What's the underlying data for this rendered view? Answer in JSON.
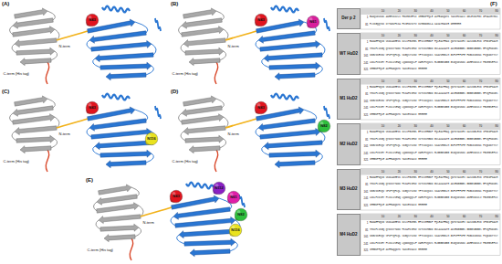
{
  "diagram": {
    "nodes": [
      {
        "text": [
          "Der p 2"
        ]
      },
      {
        "text": [
          "WT HuD2"
        ]
      },
      {
        "text": [
          "M1 HuD2"
        ]
      },
      {
        "text": [
          "M2 HuD2"
        ]
      },
      {
        "text": [
          "M3 HuD2"
        ]
      },
      {
        "text": [
          "M4 HuD2"
        ]
      }
    ],
    "labels": [
      "(A)",
      "N43",
      "N-term",
      "C-term (His tag)",
      "(B)",
      "N43",
      "N61",
      "N-term",
      "C-term (His tag)",
      "(C)",
      "N43",
      "N116",
      "N-term",
      "C-term (His tag)",
      "(D)",
      "N43",
      "N82",
      "N-term",
      "C-term (His tag)",
      "(E)",
      "N43",
      "N112",
      "N61",
      "N82",
      "N116",
      "N-term",
      "C-term (His tag)",
      "(F)",
      "10",
      "20",
      "30",
      "40",
      "50",
      "60",
      "70",
      "80",
      "1",
      "EADQVDVKDC ANHEIKKVLV PGCHGSEPCI IHRGKPFQLE AVFEANQNTK TAKIEIKASI DGLEVDVPGI DPNACHYMKC",
      "81",
      "PLVKGQQYDI KYTWNVPKIA PKSENVVVTV KVMGDDGVLA CAIATHAKIR DHHHHHH",
      "10",
      "20",
      "30",
      "40",
      "50",
      "60",
      "70",
      "80",
      "1",
      "EADAEFDQVD VKDCANHEIK KVLVPGCHGS EPCIIHRGKP FQLEAVFEAN QNTKTAKIEI KASIDGLEVD VPGIDPNACH",
      "81",
      "YMKCPLVKGQ QYDIKYTWNV PKIAPKSENV VVTVKVMGDD GVLACAIATH AKIRDGGGGS GGGGSGGGGS EPVQFKDCGS",
      "161",
      "VDGVIKEVNV SPCPTQPCQL SKGQSYSVNV TFTSNIQSKS SKAVVHGILM GVPVPFPIPE PDGCKSGINC PIQKDKTYSY",
      "241",
      "LNKLPVKSEY PSIKLVVEWQ LQDDKNQSLF CWEIPVQIVS HLGGGGSGGG GSDQVDVKDC ANHEIKKVLV PGCHGSEPCI",
      "321",
      "IHRGKPFQLE AVFEANQNTK TAKIEIKASI HHHHHH",
      "10",
      "20",
      "30",
      "40",
      "50",
      "60",
      "70",
      "80",
      "1",
      "EADAEFDQVD VKDCANHEIK KVLVPGCHGS EPCIIHRGKP FQLEAVFEAQ QNTKTAKIEI KASIDGLEVD VPGIDPNACH",
      "81",
      "YMKCPLVKGQ QYDIKYTWNV PKIAPKSENV VVTVKVMGDD GVLACAIATH AKIRDGGGGS GGGGSGGGGS EPVQFKDCGS",
      "161",
      "VDGVIKEVNV SPCPTQPCQL SKGQSYSVNV TFTSNIQSKS SKAVVHGILM GVPVPFPIPE PDGCKSGINC PIQKDKTYSY",
      "241",
      "LNKLPVKSEY PSIKLVVEWQ LQDDKNQSLF CWEIPVQIVS HLGGGGSGGG GSDQVDVKDC ANHEIKKVLV PGCHGSEPCI",
      "321",
      "IHRGKPFQLE AVFEANQNTK TAKIEIKASI HHHHHH",
      "10",
      "20",
      "30",
      "40",
      "50",
      "60",
      "70",
      "80",
      "1",
      "EADAEFDQVD VKDCANHEIK KVLVPGCHGS EPCIIHRGKP FQLEAVFEAQ QNTKTAKIEI KASIDGLEVD VPGIDPNACH",
      "81",
      "YMKCPLVKGQ QYDIKYTWNV PKIAPKSENV VVTVKVMGDD GVLACAIATH AKIRDGGGGS GGGGSGGGGS EPVQFKDCGS",
      "161",
      "VDGVIKEVQV SPCPTQPCQL SKGQSYSVNV TFTSNIQSKS SKAVVHGILM GVPVPFPIPE PDGCKSGINC PIQKDKTYSY",
      "241",
      "LNKLPVKSEY PSIKLVVEWQ LQDDKNQSLF CWEIPVQIVS HLGGGGSGGG GSDQVDVKDC ANHEIKKVLV PGCHGSEPCI",
      "321",
      "IHRGKPFQLE AVFEANQNTK TAKIEIKASI HHHHHH",
      "10",
      "20",
      "30",
      "40",
      "50",
      "60",
      "70",
      "80",
      "1",
      "EADAEFDQVD VKDCANHEIK KVLVPGCHGS EPCIIHRGKP FQLEAVFEAQ QNTKTAKIEI KASIDGLEVD VPGIDPNACH",
      "81",
      "YMKCPLVKGQ QYDIKYTWNV PKIAPKSENV VVTVKVMGDD GVLACAIATH AKIRDGGGGS GGGGSGGGGS EPVQFKDCGS",
      "161",
      "VDGVIKEVQV SPCPTQPCQL SKGQSYSVNV TFTSNIQSKS SKAVVHGILM GVPVPFPIPE PDGCKSGINC PIQKDKTYSY",
      "241",
      "LNKLPVKSEY PSIKLVVEWQ LQDDKQQSLF CWEIPVQIVS HLGGGGSGGG GSDQVDVKDC ANHEIKKVLV PGCHGSEPCI",
      "321",
      "IHRGKPFQLE AVFEANQNTK TAKIEIKASI HHHHHH",
      "10",
      "20",
      "30",
      "40",
      "50",
      "60",
      "70",
      "80",
      "1",
      "EADAEFDQVD VKDCANHEIK KVLVPGCHGS EPCIIHRGKP FQLEAVFEAQ QNTKTAKIEI KASIDGLEVD VPGIDPNACH",
      "81",
      "YMKCPLVKGQ QYDIKYTWNV PKIAPKSENV VVTVKVMGDD GVLACAIATH AKIRDGGGGS GGGGSGGGGS EPVQFKDCGS",
      "161",
      "VDGVIKEVQV SPCPTQPCQL SKGQSYSVNV TFTSNIQSKS SKAVVHGILM GVPVPFPIPE PDGCKSGINC PIQKDKTYSY",
      "241",
      "LNKLPVKSEY PSIKLVVEWQ LQDDKQQSLF CWEIPVQIVS HLGGGGSGGG GSDQVDVKDC ANHEIKKVLV PGCHGSEPCI",
      "321",
      "IHRGKPFQLE AVFEAQQNTK TAKIEIKASI HHHHHH"
    ]
  }
}
